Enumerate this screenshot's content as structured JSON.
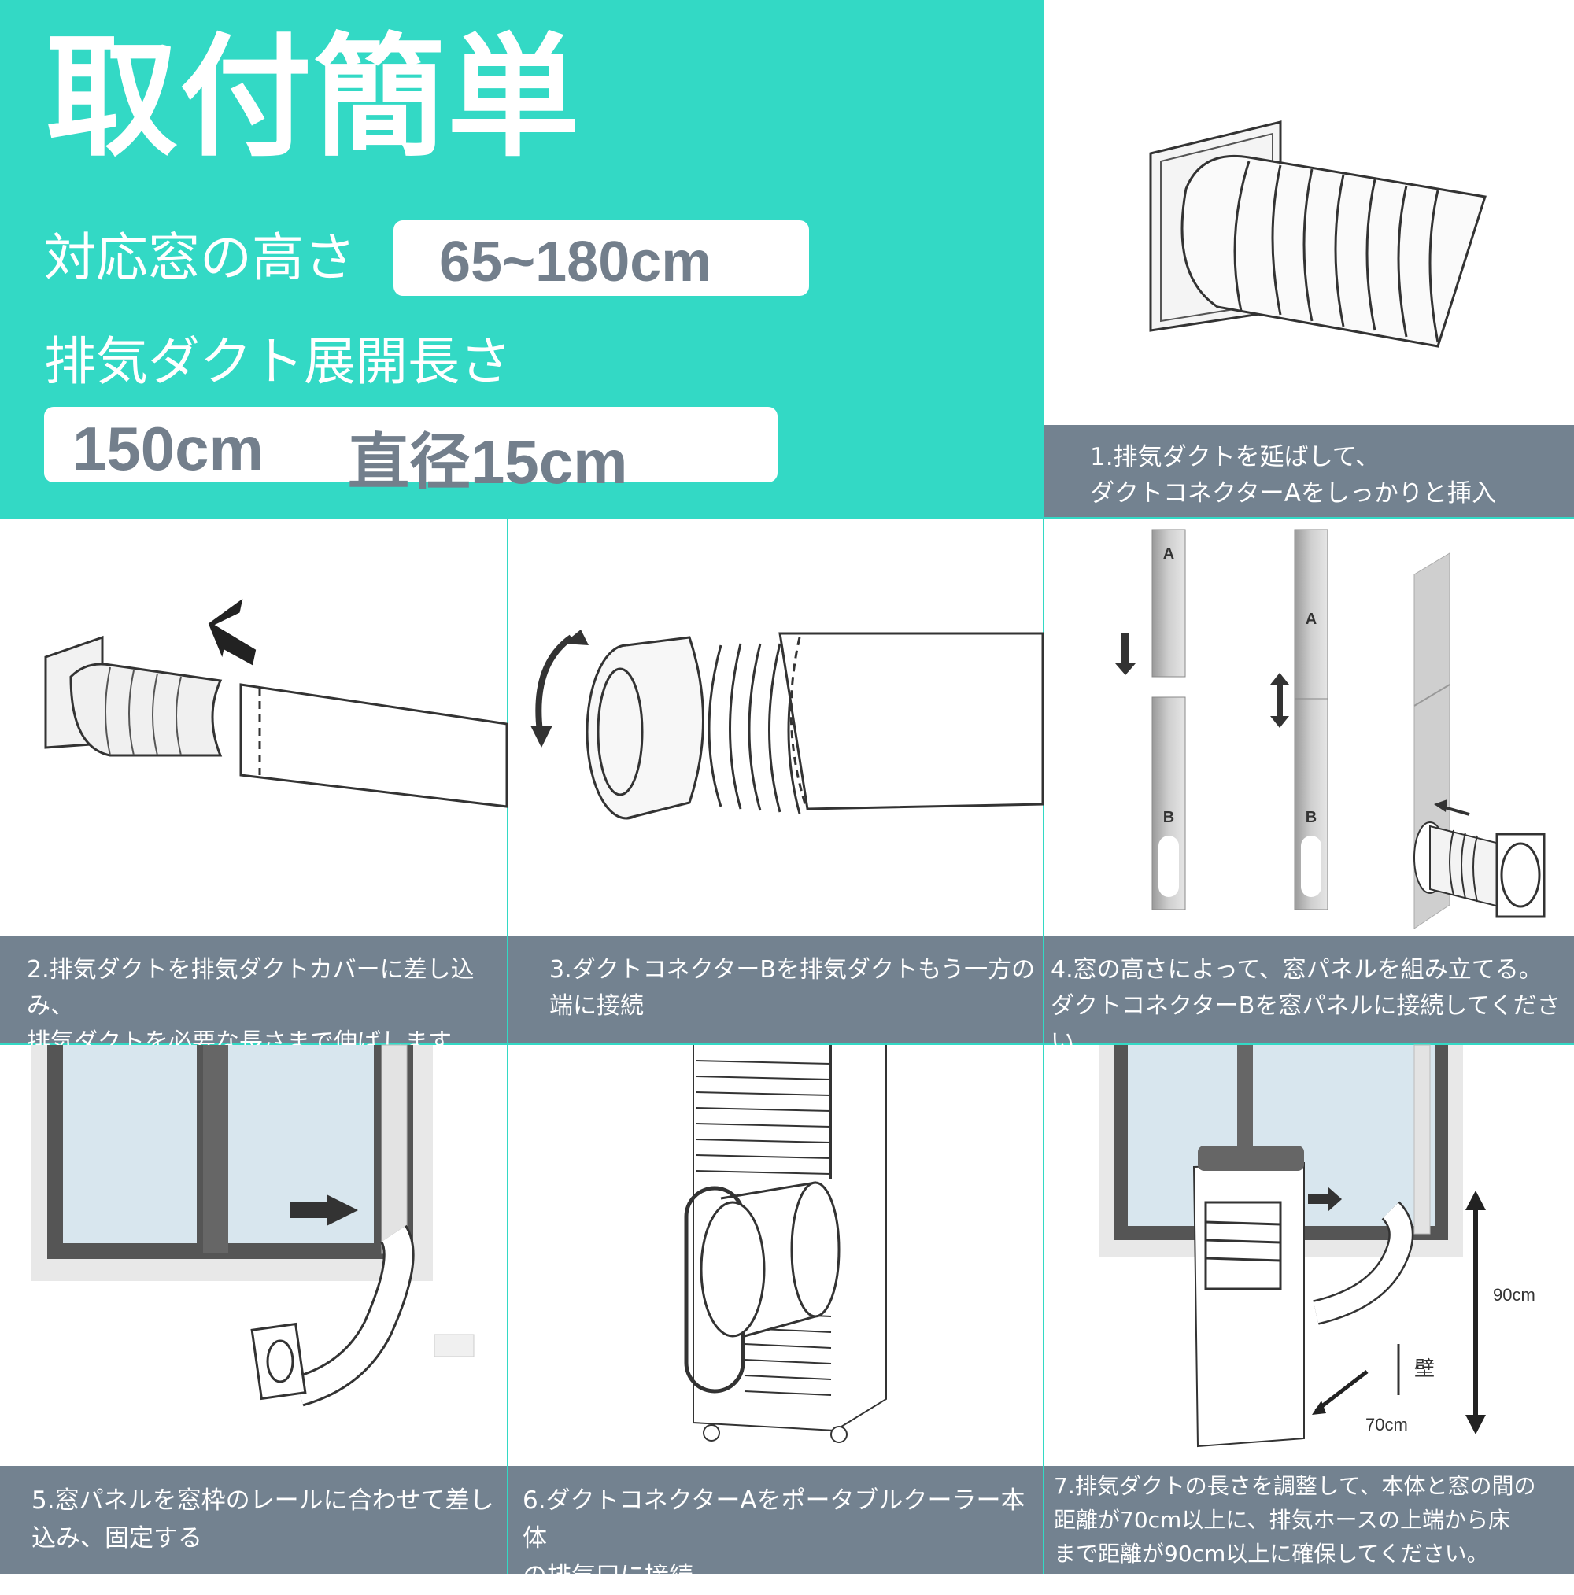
{
  "header": {
    "title": "取付簡単",
    "window_height_label": "対応窓の高さ",
    "window_height_value": "65~180cm",
    "duct_length_label": "排気ダクト展開長さ",
    "duct_length_value": "150cm",
    "duct_diameter_value": "直径15cm"
  },
  "colors": {
    "accent": "#33d9c5",
    "caption_bg": "#738290",
    "pill_text": "#737f8c"
  },
  "steps": [
    {
      "number": "1",
      "line1": "1.排気ダクトを延ばして、",
      "line2": "ダクトコネクターAをしっかりと挿入"
    },
    {
      "number": "2",
      "line1": "2.排気ダクトを排気ダクトカバーに差し込み、",
      "line2": "排気ダクトを必要な長さまで伸ばします"
    },
    {
      "number": "3",
      "line1": "3.ダクトコネクターBを排気ダクトもう一方の",
      "line2": "端に接続"
    },
    {
      "number": "4",
      "line1": "4.窓の高さによって、窓パネルを組み立てる。",
      "line2": "ダクトコネクターBを窓パネルに接続してください"
    },
    {
      "number": "5",
      "line1": "5.窓パネルを窓枠のレールに合わせて差し",
      "line2": "込み、固定する"
    },
    {
      "number": "6",
      "line1": "6.ダクトコネクターAをポータブルクーラー本体",
      "line2": "の排気口に接続"
    },
    {
      "number": "7",
      "line1": "7.排気ダクトの長さを調整して、本体と窓の間の",
      "line2": "距離が70cm以上に、排気ホースの上端から床",
      "line3": "まで距離が90cm以上に確保してください。"
    }
  ],
  "illustrations": {
    "panel_label_a": "A",
    "panel_label_b": "B",
    "dimension_height": "90cm",
    "dimension_distance": "70cm",
    "wall_label": "壁"
  }
}
